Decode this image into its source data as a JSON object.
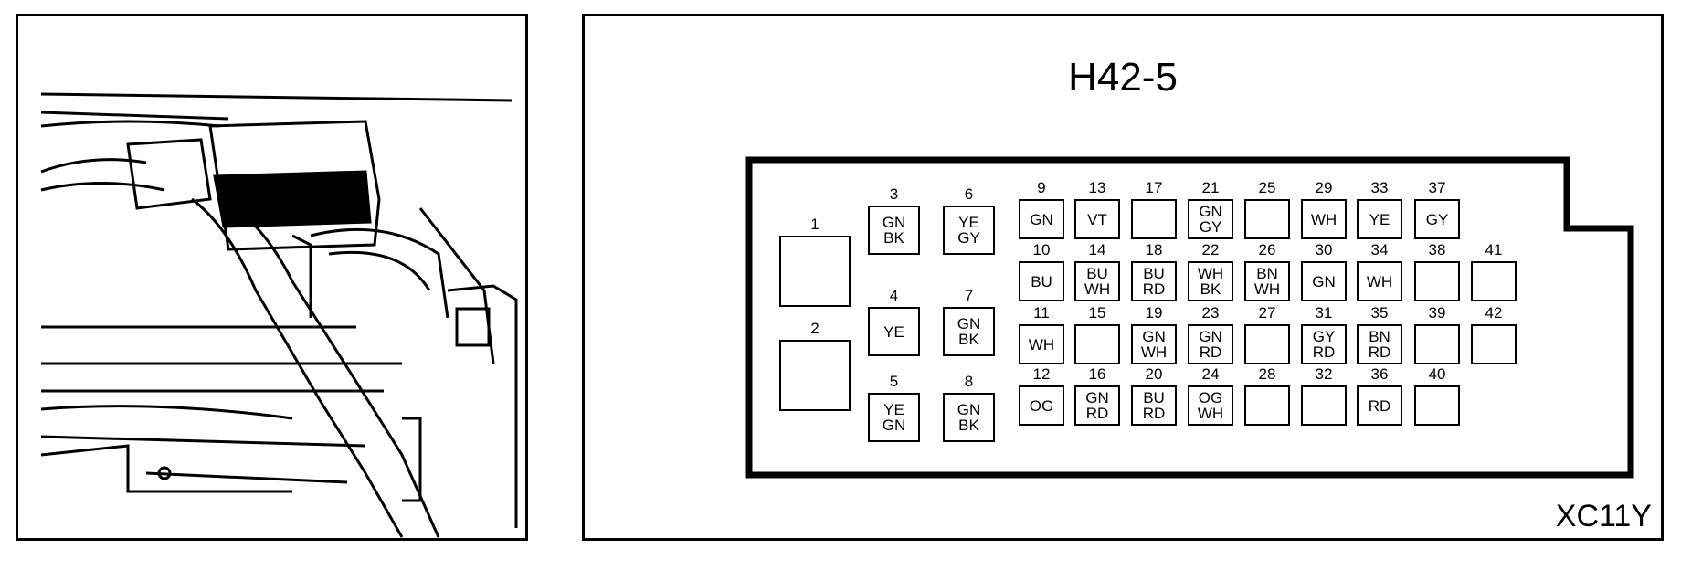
{
  "diagram": {
    "title": "H42-5",
    "code": "XC11Y"
  },
  "pins": [
    {
      "n": "1",
      "w": []
    },
    {
      "n": "2",
      "w": []
    },
    {
      "n": "3",
      "w": [
        "GN",
        "BK"
      ]
    },
    {
      "n": "4",
      "w": [
        "YE"
      ]
    },
    {
      "n": "5",
      "w": [
        "YE",
        "GN"
      ]
    },
    {
      "n": "6",
      "w": [
        "YE",
        "GY"
      ]
    },
    {
      "n": "7",
      "w": [
        "GN",
        "BK"
      ]
    },
    {
      "n": "8",
      "w": [
        "GN",
        "BK"
      ]
    },
    {
      "n": "9",
      "w": [
        "GN"
      ]
    },
    {
      "n": "10",
      "w": [
        "BU"
      ]
    },
    {
      "n": "11",
      "w": [
        "WH"
      ]
    },
    {
      "n": "12",
      "w": [
        "OG"
      ]
    },
    {
      "n": "13",
      "w": [
        "VT"
      ]
    },
    {
      "n": "14",
      "w": [
        "BU",
        "WH"
      ]
    },
    {
      "n": "15",
      "w": []
    },
    {
      "n": "16",
      "w": [
        "GN",
        "RD"
      ]
    },
    {
      "n": "17",
      "w": []
    },
    {
      "n": "18",
      "w": [
        "BU",
        "RD"
      ]
    },
    {
      "n": "19",
      "w": [
        "GN",
        "WH"
      ]
    },
    {
      "n": "20",
      "w": [
        "BU",
        "RD"
      ]
    },
    {
      "n": "21",
      "w": [
        "GN",
        "GY"
      ]
    },
    {
      "n": "22",
      "w": [
        "WH",
        "BK"
      ]
    },
    {
      "n": "23",
      "w": [
        "GN",
        "RD"
      ]
    },
    {
      "n": "24",
      "w": [
        "OG",
        "WH"
      ]
    },
    {
      "n": "25",
      "w": []
    },
    {
      "n": "26",
      "w": [
        "BN",
        "WH"
      ]
    },
    {
      "n": "27",
      "w": []
    },
    {
      "n": "28",
      "w": []
    },
    {
      "n": "29",
      "w": [
        "WH"
      ]
    },
    {
      "n": "30",
      "w": [
        "GN"
      ]
    },
    {
      "n": "31",
      "w": [
        "GY",
        "RD"
      ]
    },
    {
      "n": "32",
      "w": []
    },
    {
      "n": "33",
      "w": [
        "YE"
      ]
    },
    {
      "n": "34",
      "w": [
        "WH"
      ]
    },
    {
      "n": "35",
      "w": [
        "BN",
        "RD"
      ]
    },
    {
      "n": "36",
      "w": [
        "RD"
      ]
    },
    {
      "n": "37",
      "w": [
        "GY"
      ]
    },
    {
      "n": "38",
      "w": []
    },
    {
      "n": "39",
      "w": []
    },
    {
      "n": "40",
      "w": []
    },
    {
      "n": "41",
      "w": []
    },
    {
      "n": "42",
      "w": []
    }
  ]
}
